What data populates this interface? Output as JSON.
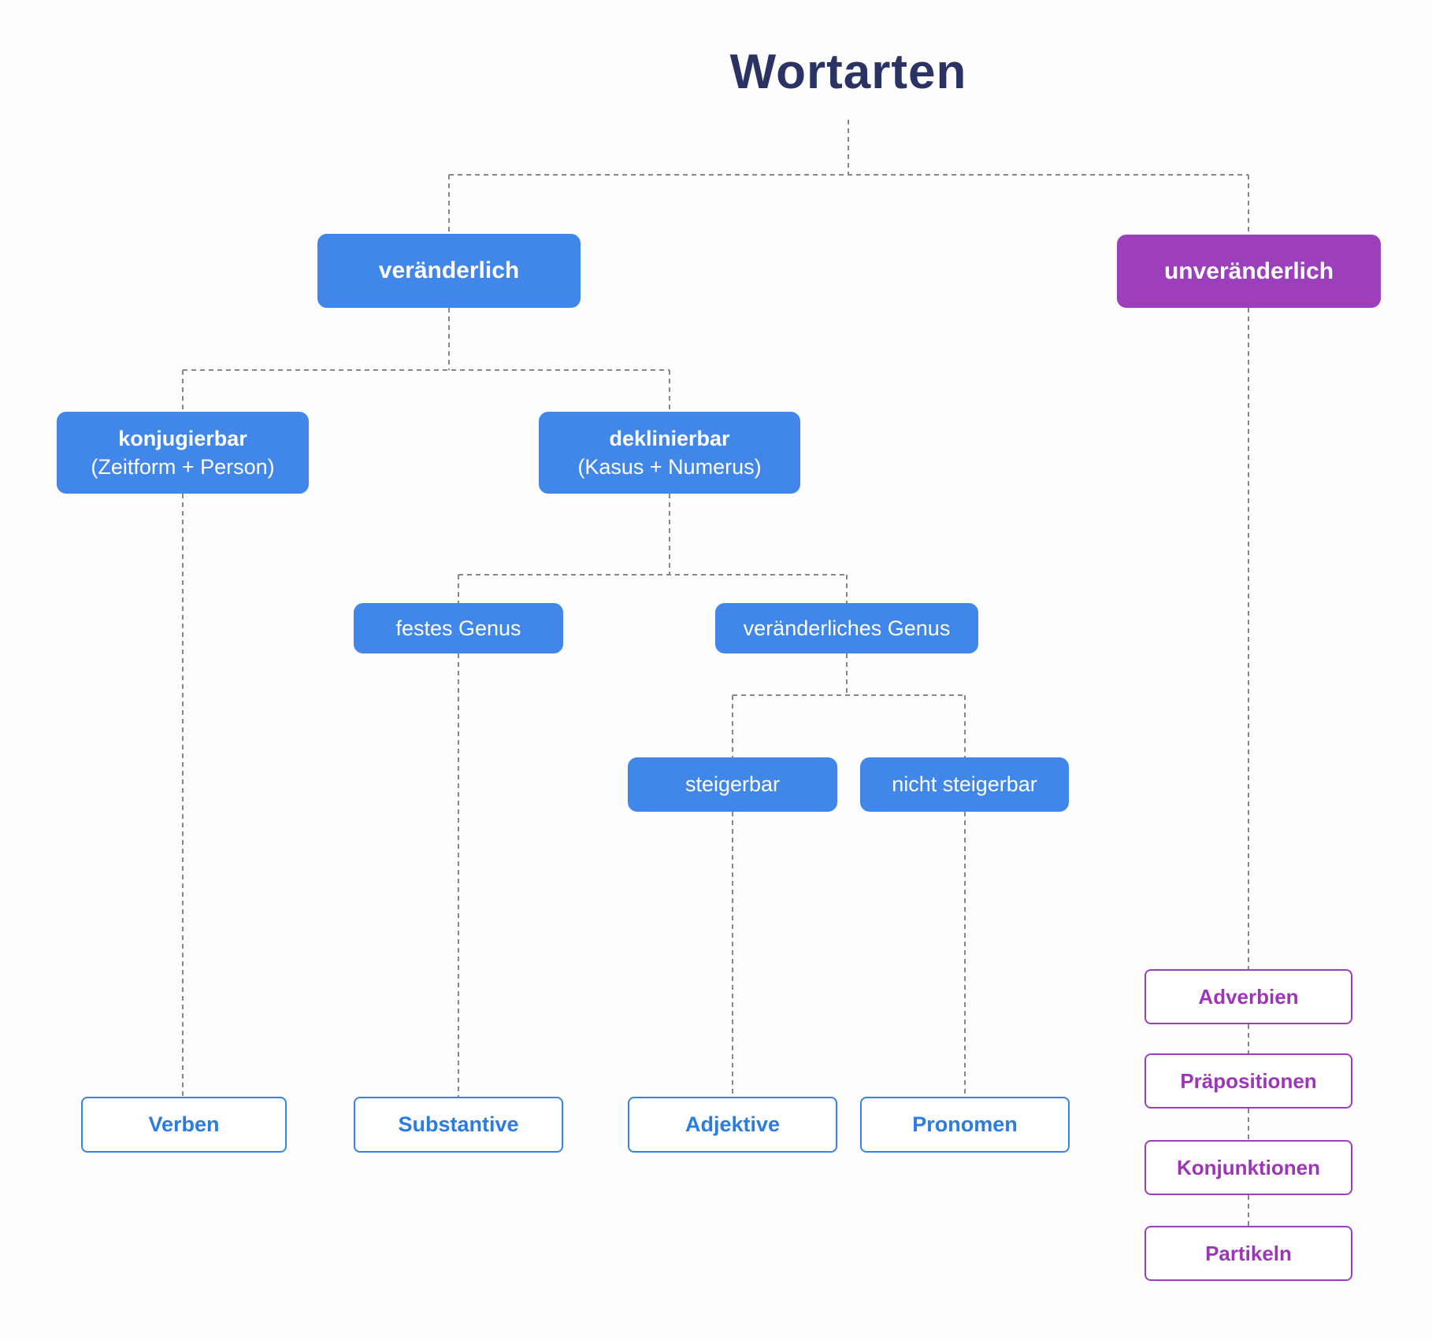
{
  "title": "Wortarten",
  "colors": {
    "node_blue": "#4187ea",
    "node_purple": "#9c3fba",
    "title_navy": "#2a3364",
    "outline_blue_border": "#3b82e8",
    "outline_blue_text": "#2b7ce2",
    "outline_purple": "#9c3fba",
    "connector_gray": "#85898f"
  },
  "nodes": {
    "veraenderlich": {
      "label": "veränderlich"
    },
    "unveraenderlich": {
      "label": "unveränderlich"
    },
    "konjugierbar": {
      "label": "konjugierbar",
      "sublabel": "(Zeitform + Person)"
    },
    "deklinierbar": {
      "label": "deklinierbar",
      "sublabel": "(Kasus + Numerus)"
    },
    "festes_genus": {
      "label": "festes Genus"
    },
    "veraenderliches_genus": {
      "label": "veränderliches Genus"
    },
    "steigerbar": {
      "label": "steigerbar"
    },
    "nicht_steigerbar": {
      "label": "nicht steigerbar"
    },
    "verben": {
      "label": "Verben"
    },
    "substantive": {
      "label": "Substantive"
    },
    "adjektive": {
      "label": "Adjektive"
    },
    "pronomen": {
      "label": "Pronomen"
    },
    "adverbien": {
      "label": "Adverbien"
    },
    "praepositionen": {
      "label": "Präpositionen"
    },
    "konjunktionen": {
      "label": "Konjunktionen"
    },
    "partikeln": {
      "label": "Partikeln"
    }
  }
}
